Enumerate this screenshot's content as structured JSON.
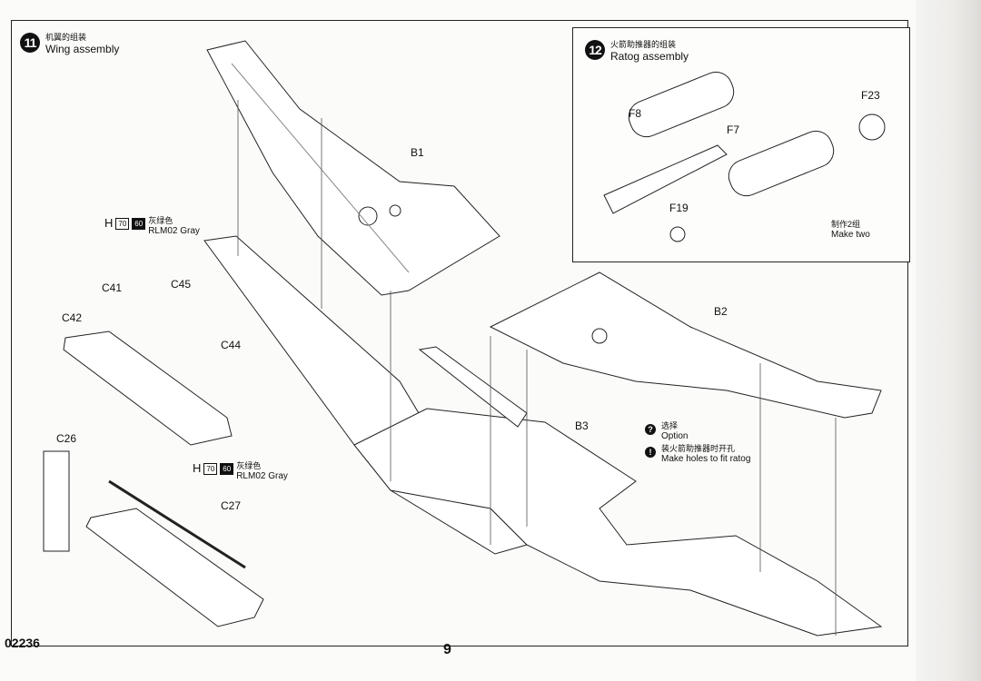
{
  "step11": {
    "number": "11",
    "title_cn": "机翼的组装",
    "title_en": "Wing assembly"
  },
  "step12": {
    "number": "12",
    "title_cn": "火箭助推器的组装",
    "title_en": "Ratog assembly",
    "make_two_cn": "制作2组",
    "make_two_en": "Make two"
  },
  "paint_callouts": [
    {
      "letter": "H",
      "code1": "70",
      "code2": "60",
      "color_cn": "灰绿色",
      "color_en": "RLM02 Gray"
    },
    {
      "letter": "H",
      "code1": "70",
      "code2": "60",
      "color_cn": "灰绿色",
      "color_en": "RLM02 Gray"
    }
  ],
  "part_labels": {
    "B1": "B1",
    "B2": "B2",
    "B3": "B3",
    "C41": "C41",
    "C42": "C42",
    "C44": "C44",
    "C45": "C45",
    "C26": "C26",
    "C27": "C27",
    "F7": "F7",
    "F8": "F8",
    "F19": "F19",
    "F23": "F23"
  },
  "legend": [
    {
      "symbol": "?",
      "cn": "选择",
      "en": "Option"
    },
    {
      "symbol": "!",
      "cn": "装火箭助推器时开孔",
      "en": "Make holes to fit ratog"
    }
  ],
  "footer": {
    "code": "02236",
    "page": "9"
  }
}
